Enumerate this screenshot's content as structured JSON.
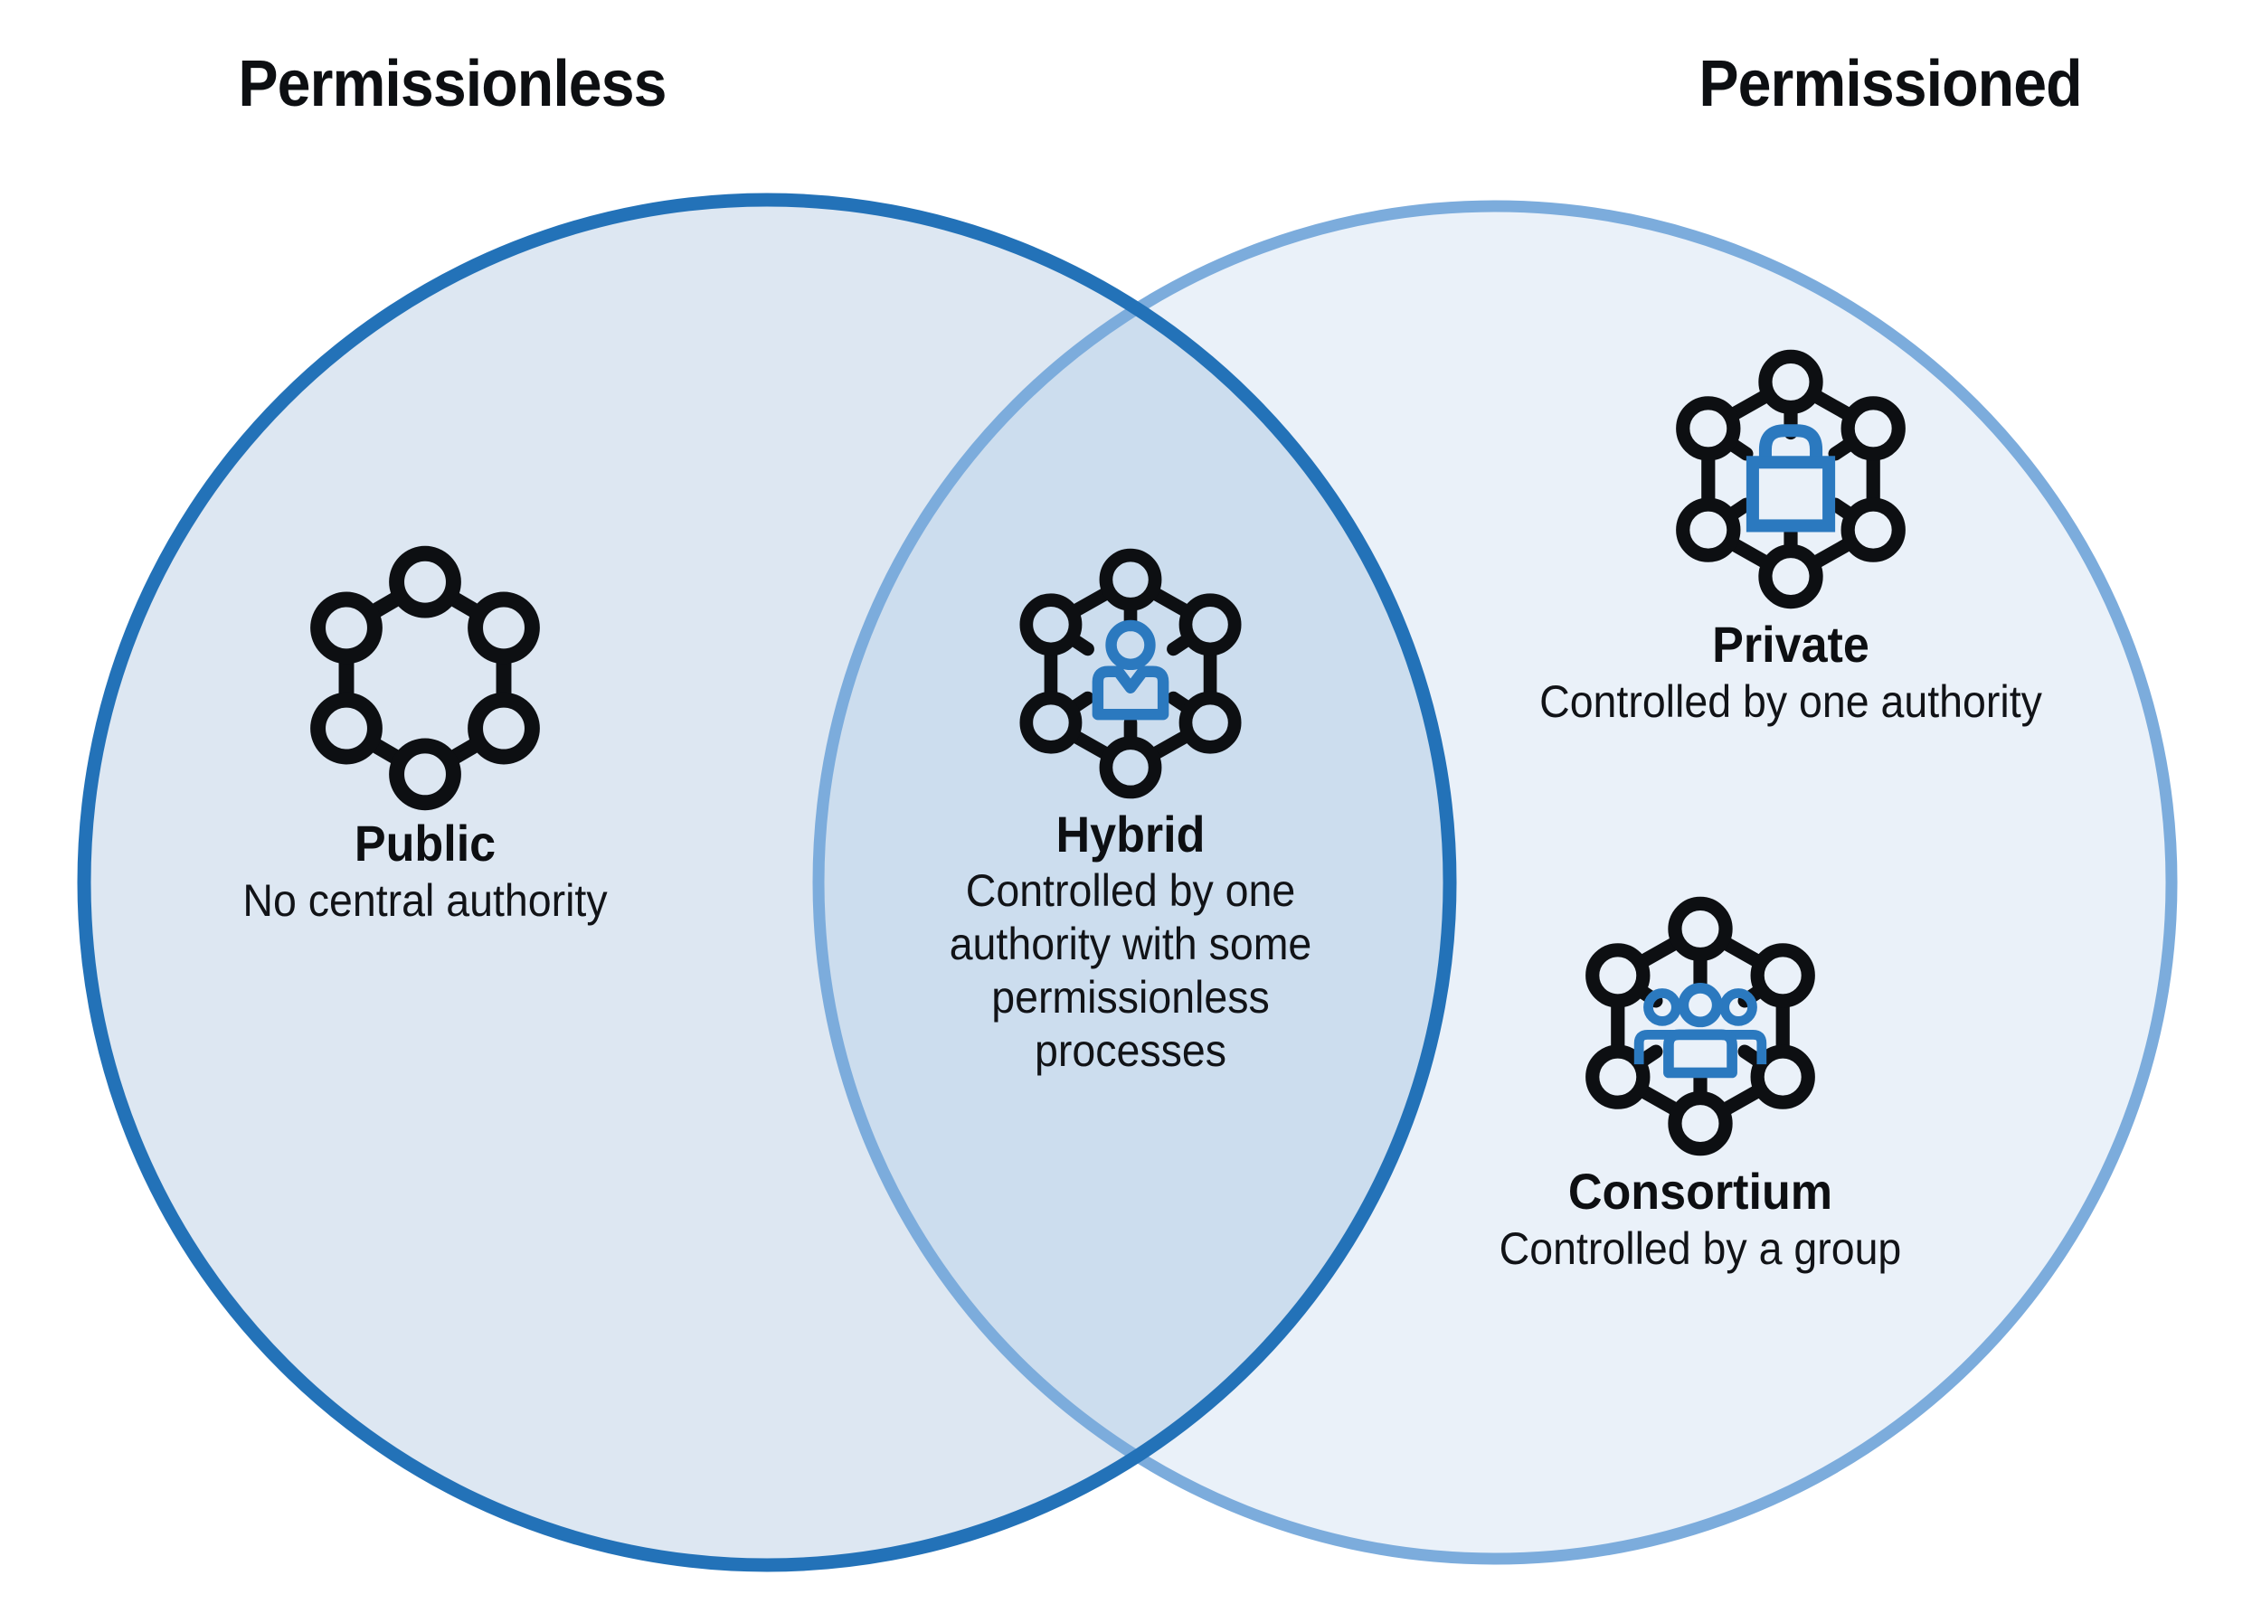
{
  "diagram": {
    "type": "venn",
    "left_label": "Permissionless",
    "right_label": "Permissioned",
    "colors": {
      "left_circle_stroke": "#2372b8",
      "left_circle_fill": "#dde7f2",
      "right_circle_stroke": "#7cacdc",
      "right_circle_fill": "#eaf1f9",
      "overlap_fill": "#ccddee",
      "icon_dark": "#0d0f12",
      "icon_accent": "#2b79bf",
      "background": "#ffffff"
    }
  },
  "groups": {
    "public": {
      "name": "Public",
      "description": "No central authority",
      "icon": "hexagon-network-icon",
      "region": "permissionless-only"
    },
    "hybrid": {
      "name": "Hybrid",
      "description": "Controlled by one authority with some permissionless processes",
      "icon": "hexagon-network-person-icon",
      "region": "overlap"
    },
    "private": {
      "name": "Private",
      "description": "Controlled by one authority",
      "icon": "hexagon-network-lock-icon",
      "region": "permissioned-only"
    },
    "consortium": {
      "name": "Consortium",
      "description": "Controlled by a group",
      "icon": "hexagon-network-group-icon",
      "region": "permissioned-only"
    }
  }
}
